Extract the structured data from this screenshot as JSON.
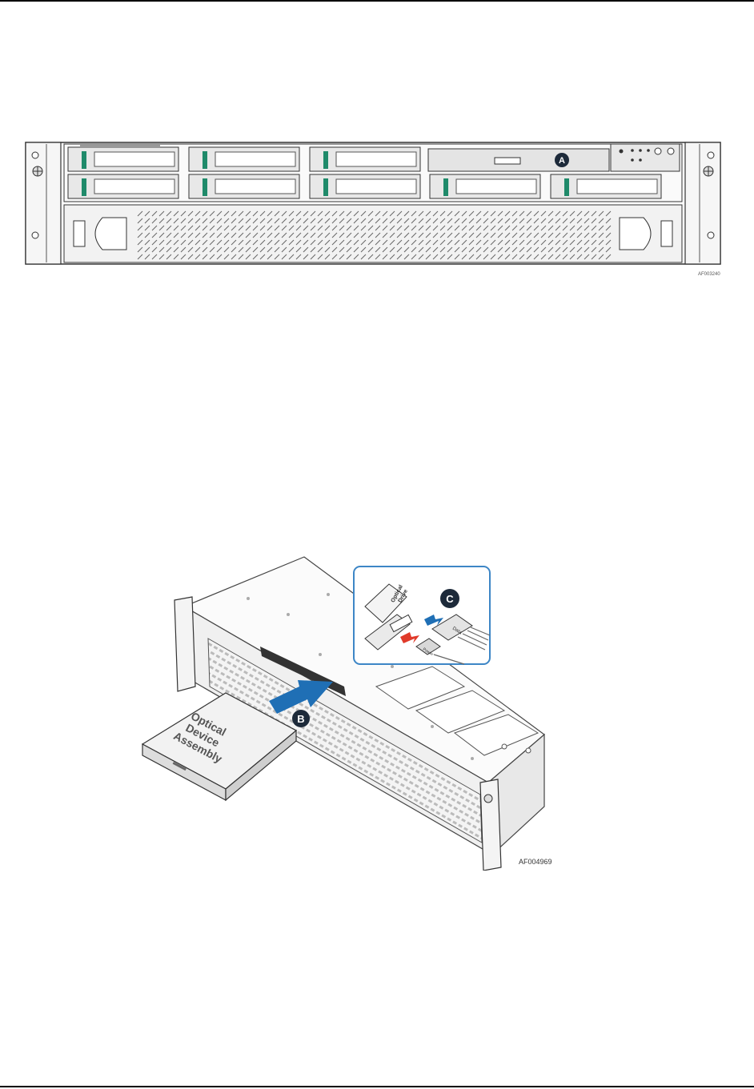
{
  "figure_front": {
    "callout_a": "A",
    "figure_id": "AF003240"
  },
  "figure_install": {
    "callout_b": "B",
    "callout_c": "C",
    "figure_id": "AF004969",
    "optical_device_label_line1": "Optical",
    "optical_device_label_line2": "Device",
    "optical_device_label_line3": "Assembly",
    "inset_drive_label_line1": "Optical",
    "inset_drive_label_line2": "Drive",
    "inset_data_label": "Data",
    "inset_power_label": "Power"
  },
  "colors": {
    "drive_latch_green": "#1f8a6a",
    "arrow_blue": "#1f6fb5",
    "arrow_red": "#e03a2a",
    "inset_border_blue": "#3d86c6",
    "callout_dark": "#1d2a3a"
  }
}
